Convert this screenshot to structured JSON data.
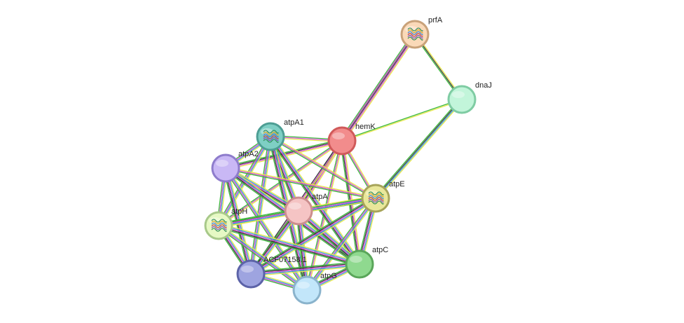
{
  "nodes": [
    {
      "id": "hemK",
      "label": "hemK",
      "fill": "#f28c8c",
      "stroke": "#d05a5a",
      "structure": false
    },
    {
      "id": "prfA",
      "label": "prfA",
      "fill": "#fad9b8",
      "stroke": "#c9a27a",
      "structure": true
    },
    {
      "id": "dnaJ",
      "label": "dnaJ",
      "fill": "#c2f5da",
      "stroke": "#7fcca3",
      "structure": false
    },
    {
      "id": "atpA1",
      "label": "atpA1",
      "fill": "#7ecfc4",
      "stroke": "#4d9e94",
      "structure": true
    },
    {
      "id": "atpA2",
      "label": "atpA2",
      "fill": "#c9b8f5",
      "stroke": "#8e7ccc",
      "structure": false
    },
    {
      "id": "atpA",
      "label": "atpA",
      "fill": "#f5c4c4",
      "stroke": "#cc8e8e",
      "structure": false
    },
    {
      "id": "atpE",
      "label": "atpE",
      "fill": "#e9e79a",
      "stroke": "#a7a45a",
      "structure": true
    },
    {
      "id": "atpH",
      "label": "atpH",
      "fill": "#e6f9c4",
      "stroke": "#a8c98a",
      "structure": true
    },
    {
      "id": "atpC",
      "label": "atpC",
      "fill": "#8fd98f",
      "stroke": "#5aa65a",
      "structure": false
    },
    {
      "id": "ACF07158",
      "label": "ACF07158.1",
      "fill": "#9ea4e0",
      "stroke": "#5c63a8",
      "structure": false
    },
    {
      "id": "atpG",
      "label": "atpG",
      "fill": "#c2e6fa",
      "stroke": "#8ab3cc",
      "structure": false
    }
  ],
  "edges": [
    {
      "source": "prfA",
      "target": "hemK",
      "colors": [
        "#e8e84a",
        "#d64fd6",
        "#3a3a3a",
        "#b83ab8",
        "#3cb83c"
      ]
    },
    {
      "source": "prfA",
      "target": "dnaJ",
      "colors": [
        "#e8e84a",
        "#3a3a3a",
        "#3cb83c"
      ]
    },
    {
      "source": "dnaJ",
      "target": "hemK",
      "colors": [
        "#e8e84a",
        "#3cb83c"
      ]
    },
    {
      "source": "dnaJ",
      "target": "atpE",
      "colors": [
        "#e8e84a",
        "#3aa0d6",
        "#3a3a3a",
        "#3cb83c"
      ]
    },
    {
      "source": "hemK",
      "target": "atpA1",
      "colors": [
        "#e8e84a",
        "#d64fd6",
        "#3cb83c"
      ]
    },
    {
      "source": "hemK",
      "target": "atpA2",
      "colors": [
        "#e8e84a",
        "#d64fd6",
        "#3a3a3a",
        "#3cb83c"
      ]
    },
    {
      "source": "hemK",
      "target": "atpA",
      "colors": [
        "#e8e84a",
        "#d64fd6",
        "#3a3a3a",
        "#3cb83c"
      ]
    },
    {
      "source": "hemK",
      "target": "atpE",
      "colors": [
        "#e8e84a",
        "#d64fd6",
        "#3cb83c"
      ]
    },
    {
      "source": "hemK",
      "target": "atpH",
      "colors": [
        "#e8e84a",
        "#d64fd6",
        "#3cb83c"
      ]
    },
    {
      "source": "hemK",
      "target": "atpC",
      "colors": [
        "#e8e84a",
        "#d64fd6",
        "#3a3a3a",
        "#3cb83c"
      ]
    },
    {
      "source": "hemK",
      "target": "ACF07158",
      "colors": [
        "#e8e84a",
        "#d64fd6",
        "#3a3a3a"
      ]
    },
    {
      "source": "hemK",
      "target": "atpG",
      "colors": [
        "#e8e84a",
        "#d64fd6",
        "#3cb83c"
      ]
    },
    {
      "source": "atpA1",
      "target": "atpA2",
      "colors": [
        "#e8e84a",
        "#3aa0d6",
        "#d64fd6",
        "#3cb83c"
      ]
    },
    {
      "source": "atpA1",
      "target": "atpA",
      "colors": [
        "#e8e84a",
        "#3aa0d6",
        "#d64fd6",
        "#3a3a3a",
        "#3cb83c"
      ]
    },
    {
      "source": "atpA1",
      "target": "atpE",
      "colors": [
        "#e8e84a",
        "#d64fd6",
        "#3cb83c"
      ]
    },
    {
      "source": "atpA1",
      "target": "atpH",
      "colors": [
        "#e8e84a",
        "#3aa0d6",
        "#d64fd6",
        "#3cb83c"
      ]
    },
    {
      "source": "atpA1",
      "target": "atpC",
      "colors": [
        "#e8e84a",
        "#3aa0d6",
        "#d64fd6",
        "#3a3a3a",
        "#3cb83c"
      ]
    },
    {
      "source": "atpA1",
      "target": "ACF07158",
      "colors": [
        "#e8e84a",
        "#3aa0d6",
        "#d64fd6",
        "#3cb83c"
      ]
    },
    {
      "source": "atpA1",
      "target": "atpG",
      "colors": [
        "#e8e84a",
        "#3aa0d6",
        "#d64fd6",
        "#3a3a3a",
        "#3cb83c"
      ]
    },
    {
      "source": "atpA2",
      "target": "atpA",
      "colors": [
        "#e8e84a",
        "#3aa0d6",
        "#d64fd6",
        "#3a3a3a",
        "#3cb83c"
      ]
    },
    {
      "source": "atpA2",
      "target": "atpE",
      "colors": [
        "#e8e84a",
        "#d64fd6",
        "#3cb83c"
      ]
    },
    {
      "source": "atpA2",
      "target": "atpH",
      "colors": [
        "#e8e84a",
        "#3aa0d6",
        "#d64fd6",
        "#3cb83c"
      ]
    },
    {
      "source": "atpA2",
      "target": "atpC",
      "colors": [
        "#e8e84a",
        "#3aa0d6",
        "#d64fd6",
        "#3a3a3a",
        "#3cb83c"
      ]
    },
    {
      "source": "atpA2",
      "target": "ACF07158",
      "colors": [
        "#e8e84a",
        "#3aa0d6",
        "#d64fd6",
        "#3a3a3a",
        "#3cb83c"
      ]
    },
    {
      "source": "atpA2",
      "target": "atpG",
      "colors": [
        "#e8e84a",
        "#3aa0d6",
        "#d64fd6",
        "#3cb83c"
      ]
    },
    {
      "source": "atpA",
      "target": "atpE",
      "colors": [
        "#e8e84a",
        "#3aa0d6",
        "#d64fd6",
        "#3a3a3a",
        "#3cb83c"
      ]
    },
    {
      "source": "atpA",
      "target": "atpH",
      "colors": [
        "#e8e84a",
        "#3aa0d6",
        "#d64fd6",
        "#3a3a3a",
        "#3cb83c"
      ]
    },
    {
      "source": "atpA",
      "target": "atpC",
      "colors": [
        "#e8e84a",
        "#3aa0d6",
        "#d64fd6",
        "#3a3a3a",
        "#3cb83c"
      ]
    },
    {
      "source": "atpA",
      "target": "ACF07158",
      "colors": [
        "#e8e84a",
        "#3aa0d6",
        "#d64fd6",
        "#3a3a3a",
        "#3cb83c"
      ]
    },
    {
      "source": "atpA",
      "target": "atpG",
      "colors": [
        "#e8e84a",
        "#3aa0d6",
        "#d64fd6",
        "#3a3a3a",
        "#3cb83c"
      ]
    },
    {
      "source": "atpE",
      "target": "atpH",
      "colors": [
        "#e8e84a",
        "#3aa0d6",
        "#d64fd6",
        "#3cb83c"
      ]
    },
    {
      "source": "atpE",
      "target": "atpC",
      "colors": [
        "#e8e84a",
        "#3aa0d6",
        "#d64fd6",
        "#3a3a3a",
        "#3cb83c"
      ]
    },
    {
      "source": "atpE",
      "target": "ACF07158",
      "colors": [
        "#e8e84a",
        "#3aa0d6",
        "#d64fd6",
        "#3a3a3a",
        "#3cb83c"
      ]
    },
    {
      "source": "atpE",
      "target": "atpG",
      "colors": [
        "#e8e84a",
        "#3aa0d6",
        "#d64fd6",
        "#3cb83c"
      ]
    },
    {
      "source": "atpH",
      "target": "atpC",
      "colors": [
        "#e8e84a",
        "#3aa0d6",
        "#d64fd6",
        "#3a3a3a",
        "#3cb83c"
      ]
    },
    {
      "source": "atpH",
      "target": "ACF07158",
      "colors": [
        "#e8e84a",
        "#3aa0d6",
        "#d64fd6",
        "#3a3a3a",
        "#3cb83c"
      ]
    },
    {
      "source": "atpH",
      "target": "atpG",
      "colors": [
        "#e8e84a",
        "#3aa0d6",
        "#d64fd6",
        "#3cb83c"
      ]
    },
    {
      "source": "atpC",
      "target": "ACF07158",
      "colors": [
        "#e8e84a",
        "#3aa0d6",
        "#d64fd6",
        "#3a3a3a",
        "#3cb83c"
      ]
    },
    {
      "source": "atpC",
      "target": "atpG",
      "colors": [
        "#e8e84a",
        "#3aa0d6",
        "#d64fd6",
        "#3a3a3a",
        "#3cb83c"
      ]
    },
    {
      "source": "ACF07158",
      "target": "atpG",
      "colors": [
        "#e8e84a",
        "#3aa0d6",
        "#d64fd6",
        "#3cb83c"
      ]
    }
  ]
}
